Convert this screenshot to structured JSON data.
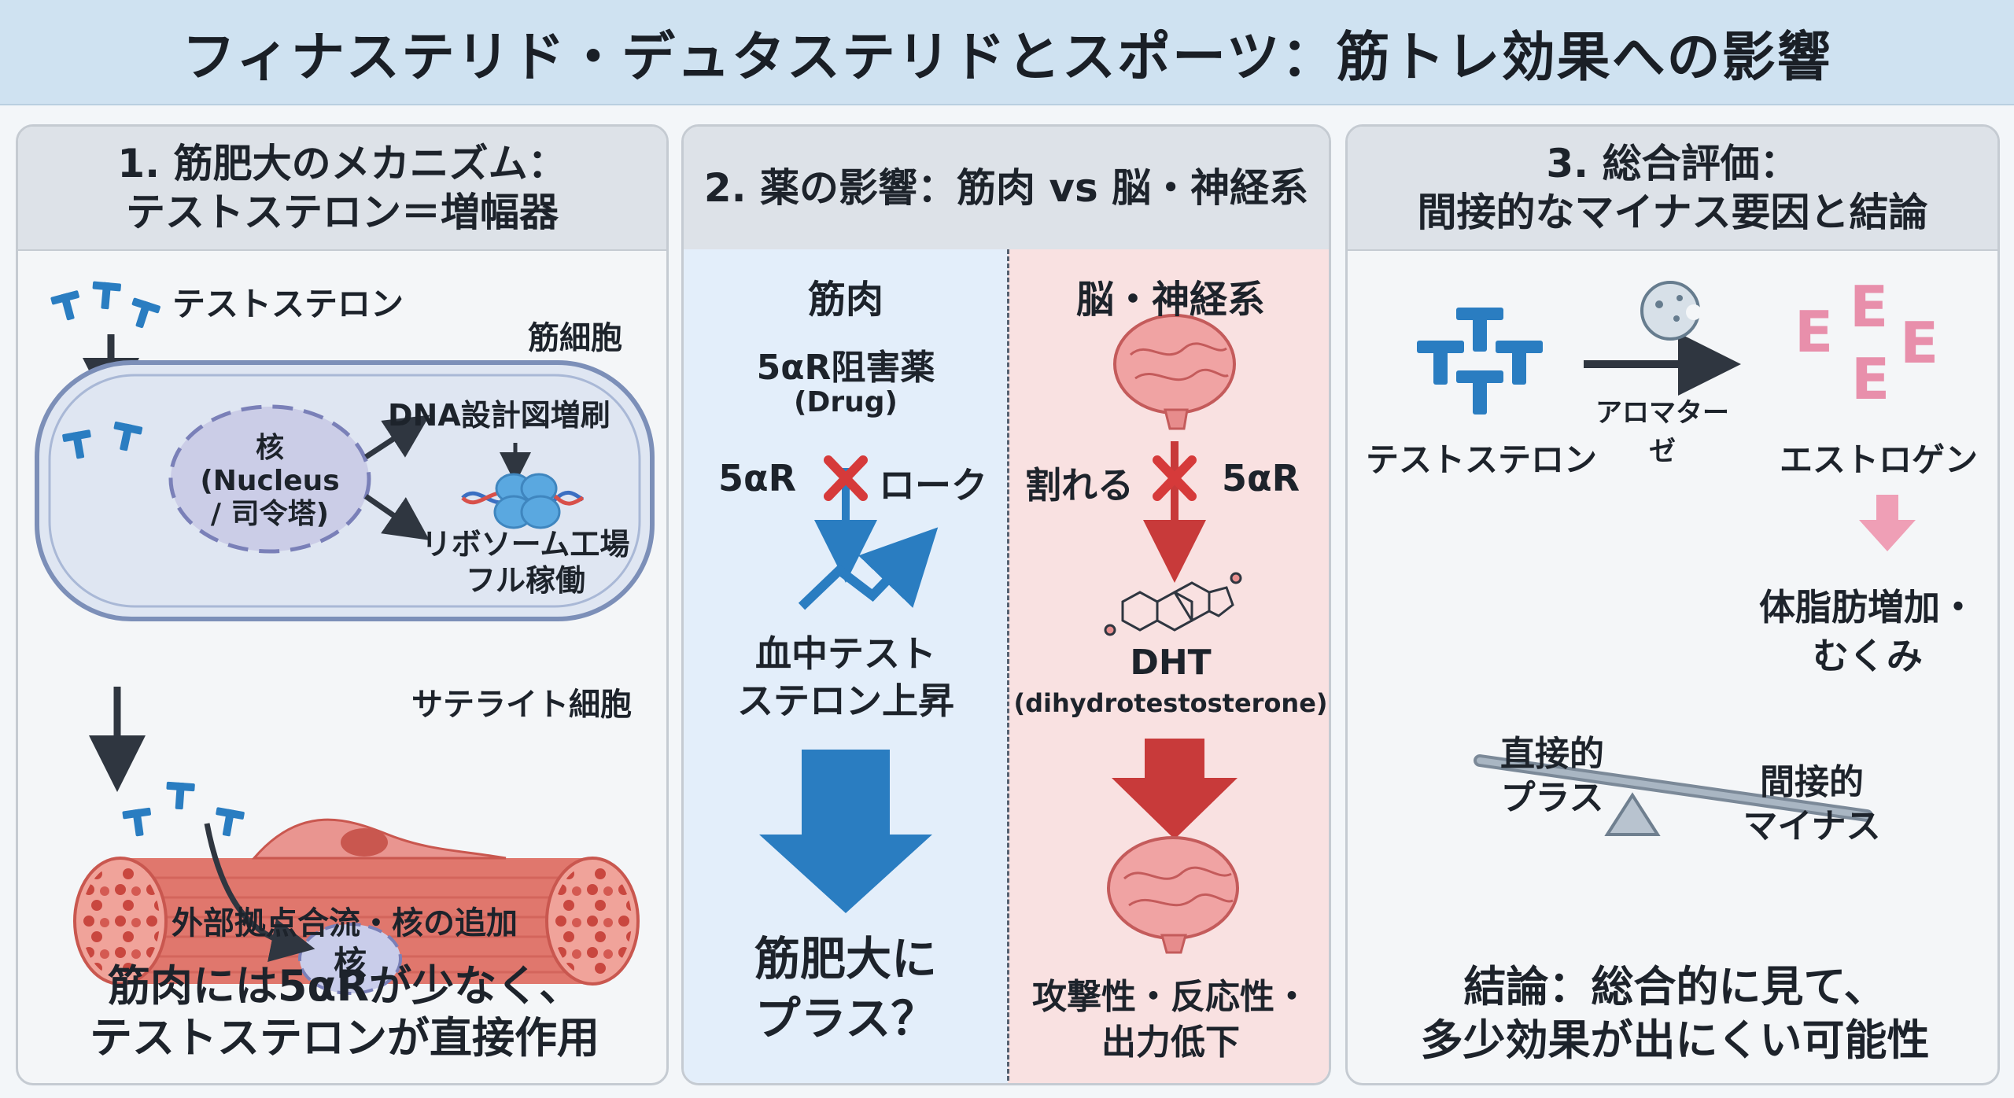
{
  "title": "フィナステリド・デュタステリドとスポーツ：筋トレ効果への影響",
  "panel1": {
    "heading": "1. 筋肥大のメカニズム：\nテストステロン＝増幅器",
    "testosterone_label": "テストステロン",
    "muscle_cell_label": "筋細胞",
    "nucleus_label": "核\n(Nucleus\n/ 司令塔)",
    "dna_label": "DNA設計図増刷",
    "ribosome_label": "リボソーム工場\nフル稼働",
    "satellite_label": "サテライト細胞",
    "fiber_nucleus_label": "核",
    "merge_label": "外部拠点合流・核の追加",
    "conclusion": "筋肉には5αRが少なく、\nテストステロンが直接作用",
    "T": "T"
  },
  "panel2": {
    "heading": "2. 薬の影響：筋肉 vs 脳・神経系",
    "muscle": {
      "header": "筋肉",
      "drug": "5αR阻害薬",
      "drug_en": "(Drug)",
      "enzyme": "5αR",
      "block": "ローク",
      "rise": "血中テスト\nステロン上昇",
      "result": "筋肥大に\nプラス？"
    },
    "brain": {
      "header": "脳・神経系",
      "split": "割れる",
      "enzyme": "5αR",
      "dht": "DHT",
      "dht_full": "(dihydrotestosterone)",
      "result": "攻撃性・反応性・\n出力低下"
    }
  },
  "panel3": {
    "heading": "3. 総合評価：\n間接的なマイナス要因と結論",
    "testosterone_label": "テストステロン",
    "aromatase_label": "アロマターゼ",
    "estrogen_label": "エストロゲン",
    "effect": "体脂肪増加・\nむくみ",
    "direct_plus": "直接的\nプラス",
    "indirect_minus": "間接的\nマイナス",
    "conclusion": "結論：総合的に見て、\n多少効果が出にくい可能性",
    "T": "T",
    "E": "E"
  },
  "colors": {
    "blue": "#2a7dc1",
    "red": "#c83a3a",
    "pink": "#e88fab",
    "muscle": "#d9655c"
  },
  "icons": [
    "x-mark-icon",
    "brain-icon",
    "dna-icon",
    "ribosome-icon",
    "molecule-icon",
    "bacteria-icon",
    "seesaw-icon",
    "trend-arrow-icon"
  ]
}
